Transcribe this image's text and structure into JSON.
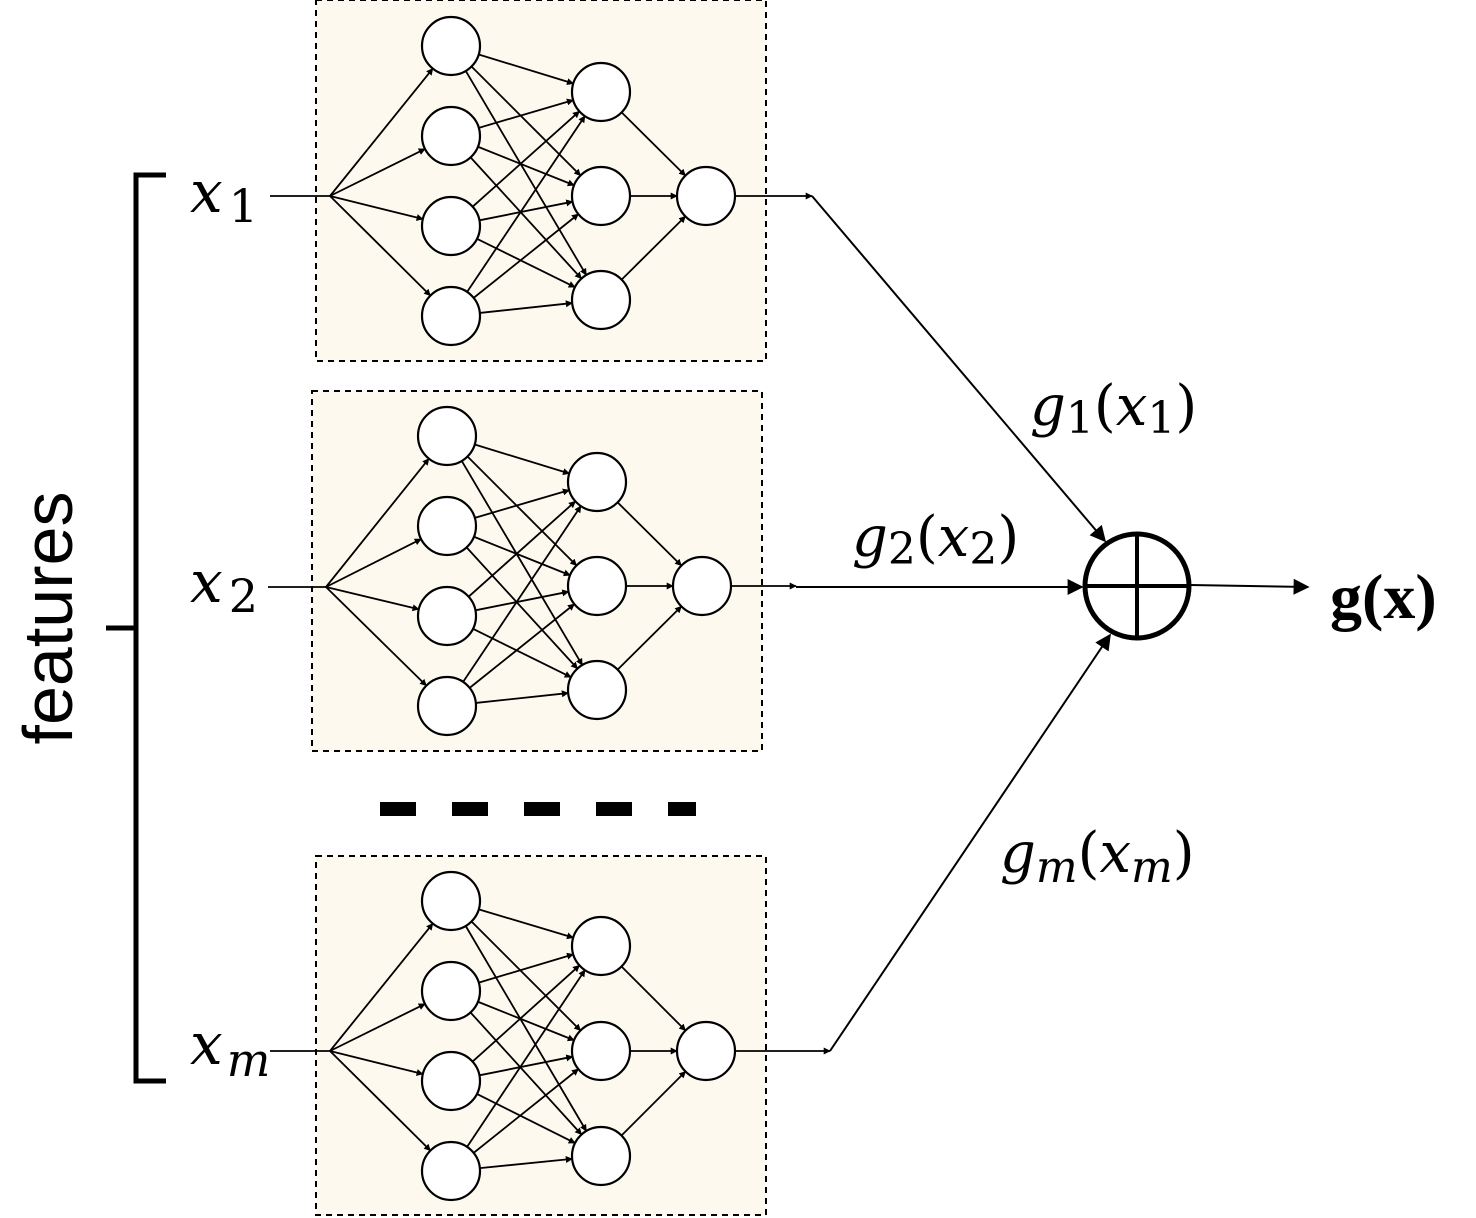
{
  "side_label": "features",
  "inputs": [
    {
      "var": "x",
      "sub": "1"
    },
    {
      "var": "x",
      "sub": "2"
    },
    {
      "var": "x",
      "sub": "m"
    }
  ],
  "shape_functions": [
    {
      "fn": "g",
      "sub": "1",
      "arg": "x",
      "arg_sub": "1"
    },
    {
      "fn": "g",
      "sub": "2",
      "arg": "x",
      "arg_sub": "2"
    },
    {
      "fn": "g",
      "sub": "m",
      "arg": "x",
      "arg_sub": "m"
    }
  ],
  "output_label": "g(x)",
  "colors": {
    "panel_fill": "#fdf9ef",
    "stroke": "#000000"
  },
  "network": {
    "layers": [
      4,
      3,
      1
    ]
  }
}
